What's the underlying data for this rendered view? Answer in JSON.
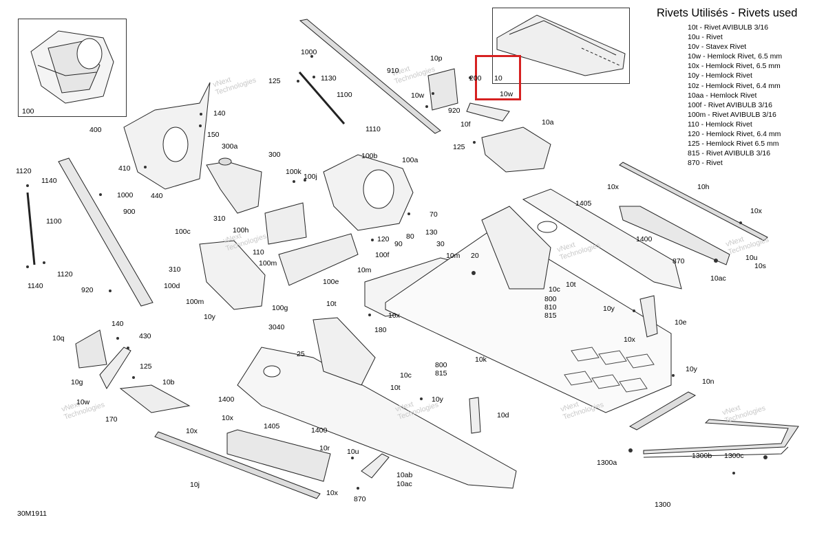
{
  "legend": {
    "title": "Rivets Utilisés - Rivets used",
    "items": [
      "10t - Rivet AVIBULB 3/16",
      "10u - Rivet",
      "10v - Stavex Rivet",
      "10w - Hemlock Rivet, 6.5 mm",
      "10x - Hemlock Rivet, 6.5 mm",
      "10y - Hemlock Rivet",
      "10z - Hemlock Rivet, 6.4 mm",
      "10aa - Hemlock Rivet",
      "100f - Rivet AVIBULB 3/16",
      "100m - Rivet AVIBULB 3/16",
      "110 - Hemlock Rivet",
      "120 - Hemlock Rivet, 6.4 mm",
      "125 - Hemlock Rivet 6.5 mm",
      "815 - Rivet AVIBULB 3/16",
      "870 - Rivet"
    ]
  },
  "diagram_code": "30M1911",
  "highlight": {
    "color": "#d62020",
    "labels": [
      "10",
      "10w"
    ]
  },
  "watermark": {
    "line1": "vNext",
    "line2": "Technologies",
    "combined": "vNext Technologies"
  },
  "callouts": {
    "c100": "100",
    "c10": "10",
    "c10w_top": "10w",
    "c1000a": "1000",
    "c1130": "1130",
    "c125a": "125",
    "c910": "910",
    "c10p": "10p",
    "c200": "200",
    "c1100a": "1100",
    "c10w_b": "10w",
    "c920a": "920",
    "c10f": "10f",
    "c1110": "1110",
    "c140a": "140",
    "c150": "150",
    "c400": "400",
    "c10a": "10a",
    "c125b": "125",
    "c300a": "300a",
    "c300": "300",
    "c100b": "100b",
    "c100a": "100a",
    "c410": "410",
    "c440": "440",
    "c1120a": "1120",
    "c1140a": "1140",
    "c1000b": "1000",
    "c100k": "100k",
    "c100j": "100j",
    "c10x_a": "10x",
    "c10h": "10h",
    "c900": "900",
    "c1405a": "1405",
    "c310a": "310",
    "c70": "70",
    "c10x_b": "10x",
    "c1100b": "1100",
    "c100h": "100h",
    "c130": "130",
    "c100c": "100c",
    "c110": "110",
    "c80": "80",
    "c120": "120",
    "c90": "90",
    "c30": "30",
    "c1400a": "1400",
    "c870a": "870",
    "c10u_a": "10u",
    "c10s": "10s",
    "c100f": "100f",
    "c10m": "10m",
    "c20": "20",
    "c310b": "310",
    "c100m_a": "100m",
    "c10ac_a": "10ac",
    "c1120b": "1120",
    "c10m_b": "10m",
    "c100e": "100e",
    "c1140b": "1140",
    "c100d": "100d",
    "c10c_a": "10c",
    "c10t_a": "10t",
    "c920b": "920",
    "c100m_b": "100m",
    "c100g": "100g",
    "c800a": "800",
    "c810": "810",
    "c815a": "815",
    "c10t_b": "10t",
    "c10y_a": "10y",
    "c10e": "10e",
    "c10y_b": "10y",
    "c10x_c": "10x",
    "c180": "180",
    "c140b": "140",
    "c3040": "3040",
    "c10q": "10q",
    "c430": "430",
    "c10x_d": "10x",
    "c25": "25",
    "c10k": "10k",
    "c800b": "800",
    "c815b": "815",
    "c10c_b": "10c",
    "c10g": "10g",
    "c125c": "125",
    "c10t_c": "10t",
    "c10y_c": "10y",
    "c10b": "10b",
    "c10n": "10n",
    "c10y_d": "10y",
    "c1400b": "1400",
    "c10w_c": "10w",
    "c10x_e": "10x",
    "c10d": "10d",
    "c170": "170",
    "c1405b": "1405",
    "c10x_f": "10x",
    "c1400c": "1400",
    "c1300a": "1300a",
    "c1300b": "1300b",
    "c1300c": "1300c",
    "c10r": "10r",
    "c10u_b": "10u",
    "c10ab": "10ab",
    "c10ac_b": "10ac",
    "c10j": "10j",
    "c10x_g": "10x",
    "c870b": "870",
    "c1300": "1300"
  }
}
